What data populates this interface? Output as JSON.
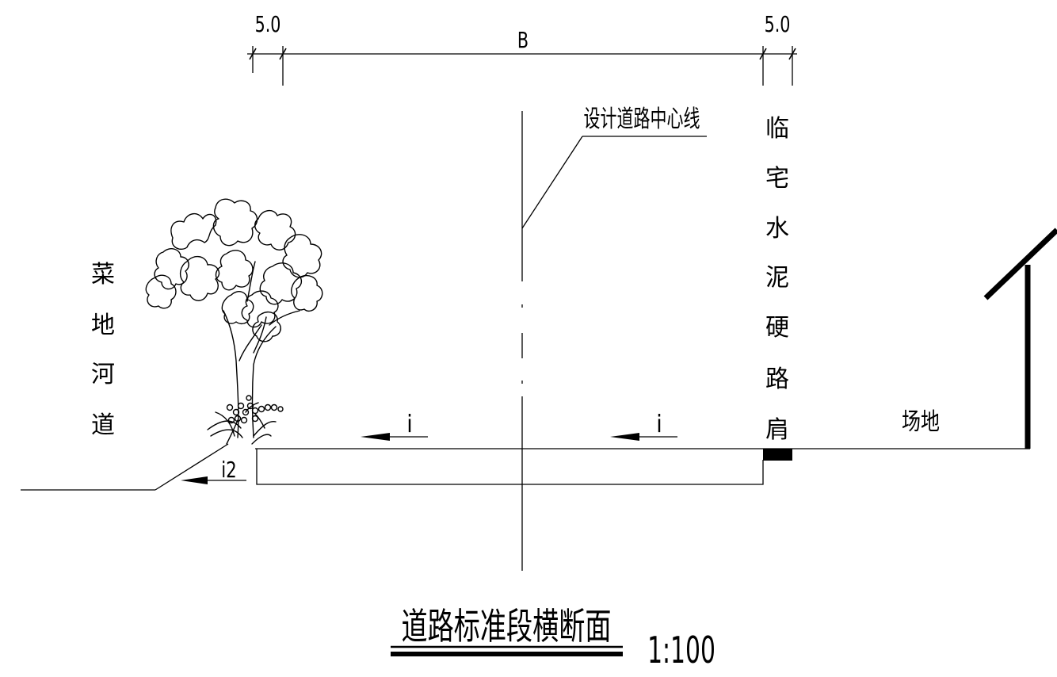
{
  "dimensions": {
    "left_width": "5.0",
    "center_width": "B",
    "right_width": "5.0"
  },
  "labels": {
    "centerline": "设计道路中心线",
    "left_area": [
      "菜",
      "地",
      "河",
      "道"
    ],
    "right_shoulder": [
      "临",
      "宅",
      "水",
      "泥",
      "硬",
      "路",
      "肩"
    ],
    "site": "场地",
    "slope_left": "i",
    "slope_right": "i",
    "slope_embankment": "i2"
  },
  "title": {
    "text": "道路标准段横断面",
    "scale": "1:100"
  }
}
